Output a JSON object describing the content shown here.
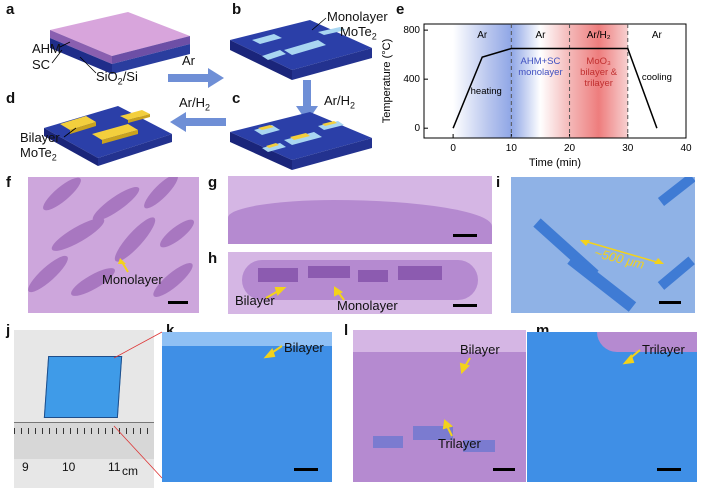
{
  "panels": {
    "a": {
      "letter": "a",
      "labels": {
        "ahm": "AHM",
        "sc": "SC",
        "substrate": "SiO",
        "substrate_sub": "2",
        "substrate_tail": "/Si"
      }
    },
    "b": {
      "letter": "b",
      "labels": {
        "line1": "Monolayer",
        "line2": "MoTe",
        "line2_sub": "2"
      }
    },
    "c": {
      "letter": "c"
    },
    "d": {
      "letter": "d",
      "labels": {
        "line1": "Bilayer",
        "line2": "MoTe",
        "line2_sub": "2"
      }
    },
    "e": {
      "letter": "e"
    },
    "f": {
      "letter": "f",
      "labels": {
        "monolayer": "Monolayer"
      }
    },
    "g": {
      "letter": "g"
    },
    "h": {
      "letter": "h",
      "labels": {
        "bilayer": "Bilayer",
        "monolayer": "Monolayer"
      }
    },
    "i": {
      "letter": "i",
      "labels": {
        "measure": "~500 μm"
      }
    },
    "j": {
      "letter": "j",
      "labels": {
        "ruler": [
          "9",
          "10",
          "11"
        ],
        "unit": "cm"
      }
    },
    "k": {
      "letter": "k",
      "labels": {
        "bilayer": "Bilayer"
      }
    },
    "l": {
      "letter": "l",
      "labels": {
        "bilayer": "Bilayer",
        "trilayer": "Trilayer"
      }
    },
    "m": {
      "letter": "m",
      "labels": {
        "trilayer": "Trilayer"
      }
    }
  },
  "arrows": {
    "a_to_b": "Ar",
    "b_to_c": "Ar/H",
    "b_to_c_sub": "2",
    "c_to_d": "Ar/H",
    "c_to_d_sub": "2"
  },
  "colors": {
    "flake_blue": "#2f66c8",
    "substrate_blue": "#2b3fa8",
    "monolayer_film": "#a9d6f1",
    "bilayer_gold": "#f3cf3d",
    "pink_substrate": "#cfa6e2",
    "blue_substrate": "#3f8fe6",
    "arrow_blue": "#6f8fd6",
    "yellow_arrow": "#f3d21b"
  },
  "chart_data": {
    "type": "line",
    "ylabel": "Temperature (°C)",
    "xlabel": "Time (min)",
    "xlim": [
      -5,
      40
    ],
    "ylim": [
      -80,
      850
    ],
    "xticks": [
      0,
      10,
      20,
      30,
      40
    ],
    "yticks": [
      0,
      400,
      800
    ],
    "series": [
      {
        "x": [
          0,
          5,
          10,
          20,
          30,
          35
        ],
        "y": [
          0,
          580,
          650,
          650,
          650,
          0
        ]
      }
    ],
    "dividers": [
      10,
      20,
      30
    ],
    "segments": [
      {
        "range": [
          0,
          10
        ],
        "gas": "Ar",
        "note": "heating"
      },
      {
        "range": [
          10,
          20
        ],
        "gas": "Ar",
        "note": "AHM+SC\nmonolayer"
      },
      {
        "range": [
          20,
          30
        ],
        "gas": "Ar/H₂",
        "note": "MoO₃\nbilayer &\ntrilayer"
      },
      {
        "range": [
          30,
          40
        ],
        "gas": "Ar",
        "note": "cooling"
      }
    ]
  }
}
